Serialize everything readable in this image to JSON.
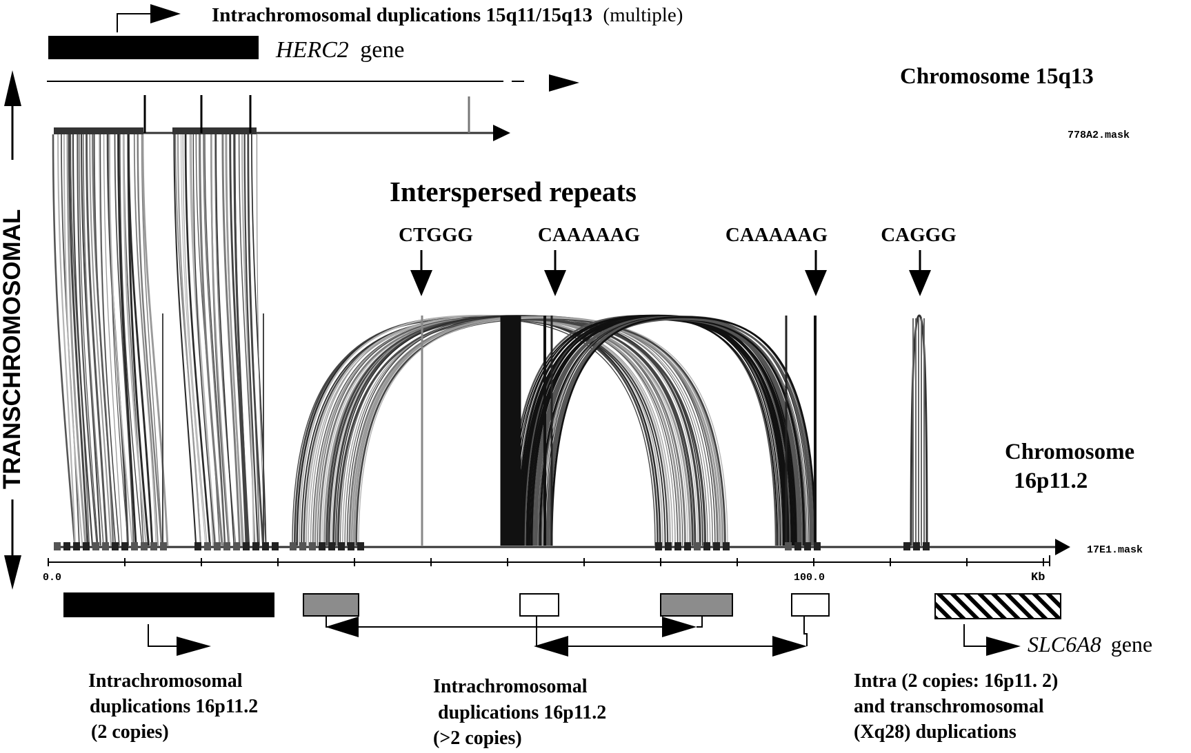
{
  "labels": {
    "top_dup_bold": "Intrachromosomal duplications 15q11/15q13",
    "top_dup_plain": "(multiple)",
    "herc2_italic": "HERC2",
    "herc2_plain": "gene",
    "chr15": "Chromosome 15q13",
    "mask_top": "778A2.mask",
    "interspersed": "Interspersed repeats",
    "side_axis": "TRANSCHROMOSOMAL",
    "chr16_line1": "Chromosome",
    "chr16_line2": "16p11.2",
    "mask_bottom": "17E1.mask",
    "axis_start": "0.0",
    "axis_mid": "100.0",
    "axis_unit": "Kb",
    "slc_italic": "SLC6A8",
    "slc_plain": "gene"
  },
  "repeats": [
    {
      "motif": "CTGGG"
    },
    {
      "motif": "CAAAAAG"
    },
    {
      "motif": "CAAAAAG"
    },
    {
      "motif": "CAGGG"
    }
  ],
  "captions": {
    "left": [
      "Intrachromosomal",
      "duplications 16p11.2",
      "(2 copies)"
    ],
    "middle": [
      "Intrachromosomal",
      "duplications 16p11.2",
      "(>2 copies)"
    ],
    "right": [
      "Intra (2 copies: 16p11. 2)",
      "and  transchromosomal",
      "(Xq28) duplications"
    ]
  },
  "colors": {
    "black": "#000000",
    "gray_block": "#8c8c8c",
    "line_gray": "#6e6e6e"
  }
}
